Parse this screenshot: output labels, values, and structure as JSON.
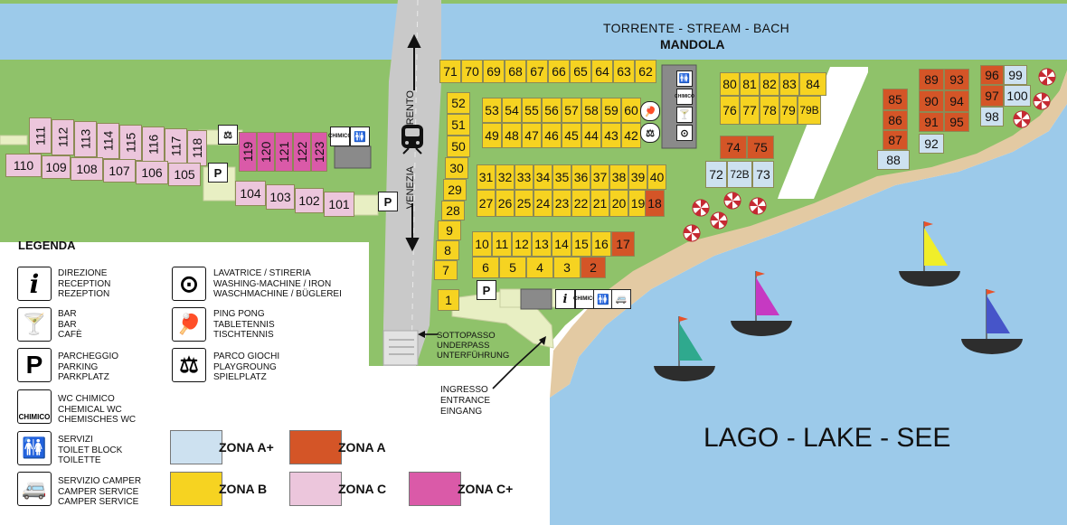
{
  "water": {
    "stream_title": "TORRENTE - STREAM - BACH",
    "stream_name": "MANDOLA",
    "lake_title": "LAGO - LAKE - SEE",
    "colors": {
      "water": "#9ccaea",
      "grass": "#8fc26a",
      "beach": "#e3caa3",
      "road": "#c9c9c9",
      "path": "#e8efc3"
    }
  },
  "road": {
    "north_label": "TRENTO",
    "south_label": "VENEZIA",
    "train_icon": "train-icon"
  },
  "annotations": {
    "underpass": [
      "SOTTOPASSO",
      "UNDERPASS",
      "UNTERFÜHRUNG"
    ],
    "entrance": [
      "INGRESSO",
      "ENTRANCE",
      "EINGANG"
    ]
  },
  "pitches": {
    "row_71_62": [
      "71",
      "70",
      "69",
      "68",
      "67",
      "66",
      "65",
      "64",
      "63",
      "62"
    ],
    "col_52_7": [
      "52",
      "51",
      "50",
      "30",
      "29",
      "28",
      "9",
      "8",
      "7"
    ],
    "p1": "1",
    "row_53_60": [
      "53",
      "54",
      "55",
      "56",
      "57",
      "58",
      "59",
      "60"
    ],
    "row_49_42": [
      "49",
      "48",
      "47",
      "46",
      "45",
      "44",
      "43",
      "42"
    ],
    "row_31_40": [
      "31",
      "32",
      "33",
      "34",
      "35",
      "36",
      "37",
      "38",
      "39",
      "40"
    ],
    "row_27_18": [
      "27",
      "26",
      "25",
      "24",
      "23",
      "22",
      "21",
      "20",
      "19",
      "18"
    ],
    "row_10_17": [
      "10",
      "11",
      "12",
      "13",
      "14",
      "15",
      "16",
      "17"
    ],
    "row_6_2": [
      "6",
      "5",
      "4",
      "3",
      "2"
    ],
    "row_80_84": [
      "80",
      "81",
      "82",
      "83",
      "84"
    ],
    "row_76_79b": [
      "76",
      "77",
      "78",
      "79",
      "79B"
    ],
    "row_74_75": [
      "74",
      "75"
    ],
    "row_72_73": [
      "72",
      "72B",
      "73"
    ],
    "col_85_87": [
      "85",
      "86",
      "87"
    ],
    "p88": "88",
    "row_89_93": [
      "89",
      "93"
    ],
    "row_90_94": [
      "90",
      "94"
    ],
    "row_91_95": [
      "91",
      "95"
    ],
    "p92": "92",
    "col_96_97": [
      "96",
      "97"
    ],
    "col_99_98": [
      "99",
      "100",
      "98"
    ],
    "row_111_118": [
      "111",
      "112",
      "113",
      "114",
      "115",
      "116",
      "117",
      "118"
    ],
    "row_119_123": [
      "119",
      "120",
      "121",
      "122",
      "123"
    ],
    "row_110_105": [
      "110",
      "109",
      "108",
      "107",
      "106",
      "105"
    ],
    "row_104_101": [
      "104",
      "103",
      "102",
      "101"
    ]
  },
  "service_icons": {
    "parking": "P",
    "info": "i",
    "wc_chimico": "CHIMICO"
  },
  "legend": {
    "title": "LEGENDA",
    "items_left": [
      {
        "icon": "info-icon",
        "glyph": "i",
        "lines": [
          "DIREZIONE",
          "RECEPTION",
          "REZEPTION"
        ]
      },
      {
        "icon": "bar-icon",
        "glyph": "🍸",
        "lines": [
          "BAR",
          "BAR",
          "CAFÈ"
        ]
      },
      {
        "icon": "parking-icon",
        "glyph": "P",
        "lines": [
          "PARCHEGGIO",
          "PARKING",
          "PARKPLATZ"
        ]
      },
      {
        "icon": "wc-chimico-icon",
        "glyph": "CHIMICO",
        "lines": [
          "WC CHIMICO",
          "CHEMICAL WC",
          "CHEMISCHES WC"
        ]
      },
      {
        "icon": "toilet-icon",
        "glyph": "🚻",
        "lines": [
          "SERVIZI",
          "TOILET BLOCK",
          "TOILETTE"
        ]
      },
      {
        "icon": "camper-icon",
        "glyph": "🚐",
        "lines": [
          "SERVIZIO CAMPER",
          "CAMPER SERVICE",
          "CAMPER SERVICE"
        ]
      }
    ],
    "items_right": [
      {
        "icon": "washing-machine-icon",
        "glyph": "⊙",
        "lines": [
          "LAVATRICE / STIRERIA",
          "WASHING-MACHINE / IRON",
          "WASCHMACHINE / BÜGLEREI"
        ]
      },
      {
        "icon": "ping-pong-icon",
        "glyph": "🏓",
        "lines": [
          "PING PONG",
          "TABLETENNIS",
          "TISCHTENNIS"
        ]
      },
      {
        "icon": "playground-icon",
        "glyph": "⚖",
        "lines": [
          "PARCO GIOCHI",
          "PLAYGROUNG",
          "SPIELPLATZ"
        ]
      }
    ],
    "zones": [
      {
        "label": "ZONA A+",
        "color": "#cde1f0"
      },
      {
        "label": "ZONA A",
        "color": "#d45527"
      },
      {
        "label": "ZONA B",
        "color": "#f6d321"
      },
      {
        "label": "ZONA C",
        "color": "#ecc6dc"
      },
      {
        "label": "ZONA C+",
        "color": "#da5aa8"
      }
    ]
  },
  "boats": [
    {
      "sail_color": "#f0ee2a"
    },
    {
      "sail_color": "#c639c2"
    },
    {
      "sail_color": "#2fa98e"
    },
    {
      "sail_color": "#4655c9"
    }
  ]
}
